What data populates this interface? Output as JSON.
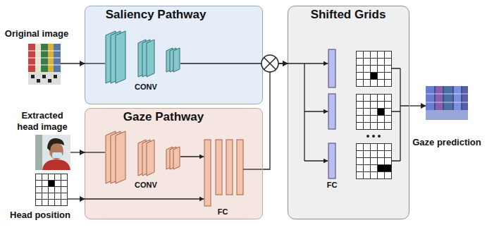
{
  "diagram": {
    "nodes": [
      {
        "text": [
          "Original image"
        ]
      },
      {
        "text": [
          "Saliency Pathway"
        ]
      },
      {
        "text": [
          "Extracted head image"
        ]
      },
      {
        "text": [
          "Gaze Pathway"
        ]
      },
      {
        "text": [
          "Head position"
        ]
      },
      {
        "text": [
          "Shifted Grids"
        ]
      },
      {
        "text": [
          "Gaze prediction"
        ]
      }
    ],
    "edges": [
      {
        "from": 0,
        "to": 1,
        "arrow": "to"
      },
      {
        "from": 2,
        "to": 3,
        "arrow": "to"
      },
      {
        "from": 4,
        "to": 3,
        "arrow": "to"
      },
      {
        "from": 1,
        "to": 5,
        "arrow": "to"
      },
      {
        "from": 3,
        "to": 5,
        "arrow": "to"
      },
      {
        "from": 5,
        "to": 6,
        "arrow": "to"
      }
    ],
    "labels": [
      "CONV",
      "CONV",
      "FC",
      "FC"
    ]
  }
}
